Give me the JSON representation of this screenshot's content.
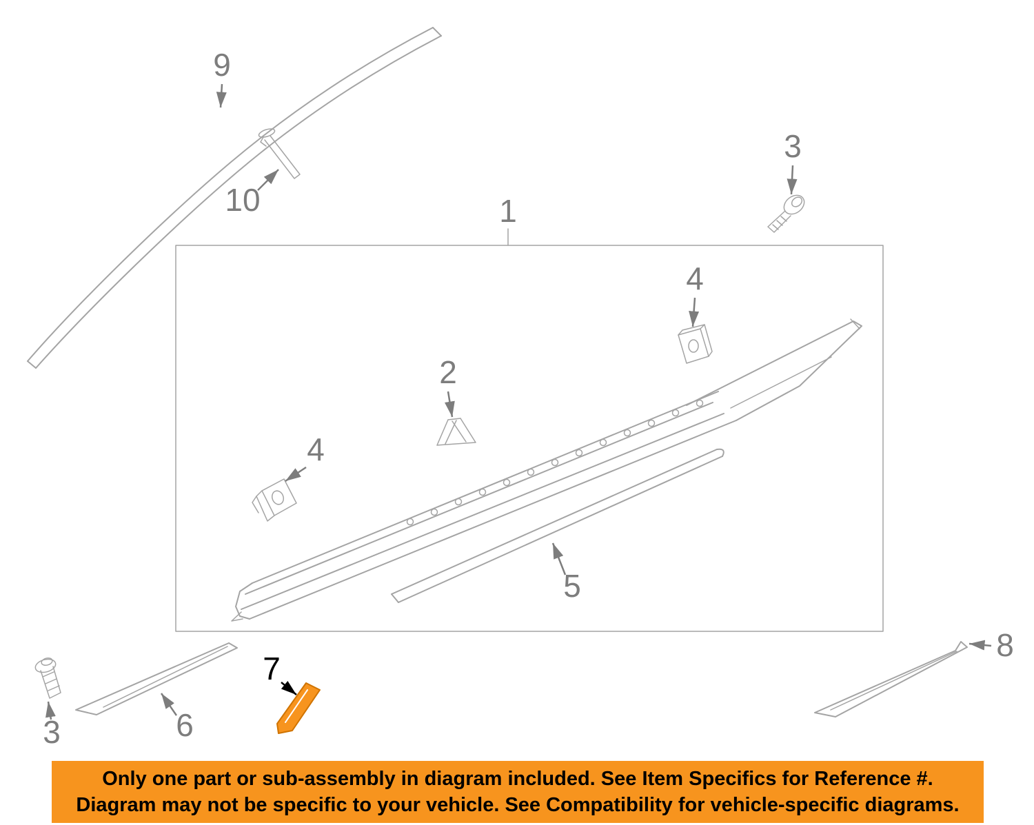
{
  "colors": {
    "background": "#ffffff",
    "diagram_line": "#a4a4a4",
    "callout_text": "#7d7d7d",
    "highlight": "#f7941e",
    "highlight_outline": "#cf7300",
    "highlight_inner_line": "#ffffff",
    "arrow_black": "#000000",
    "banner_bg": "#f7941e",
    "banner_text": "#000000"
  },
  "callouts": {
    "part1": "1",
    "part2": "2",
    "part3_top": "3",
    "part3_bottom": "3",
    "part4_right": "4",
    "part4_left": "4",
    "part5": "5",
    "part6": "6",
    "part7": "7",
    "part8": "8",
    "part9": "9",
    "part10": "10"
  },
  "banner": {
    "line1": "Only one part or sub-assembly in diagram included. See Item Specifics for Reference #.",
    "line2": "Diagram may not be specific to your vehicle. See Compatibility for vehicle-specific diagrams."
  }
}
